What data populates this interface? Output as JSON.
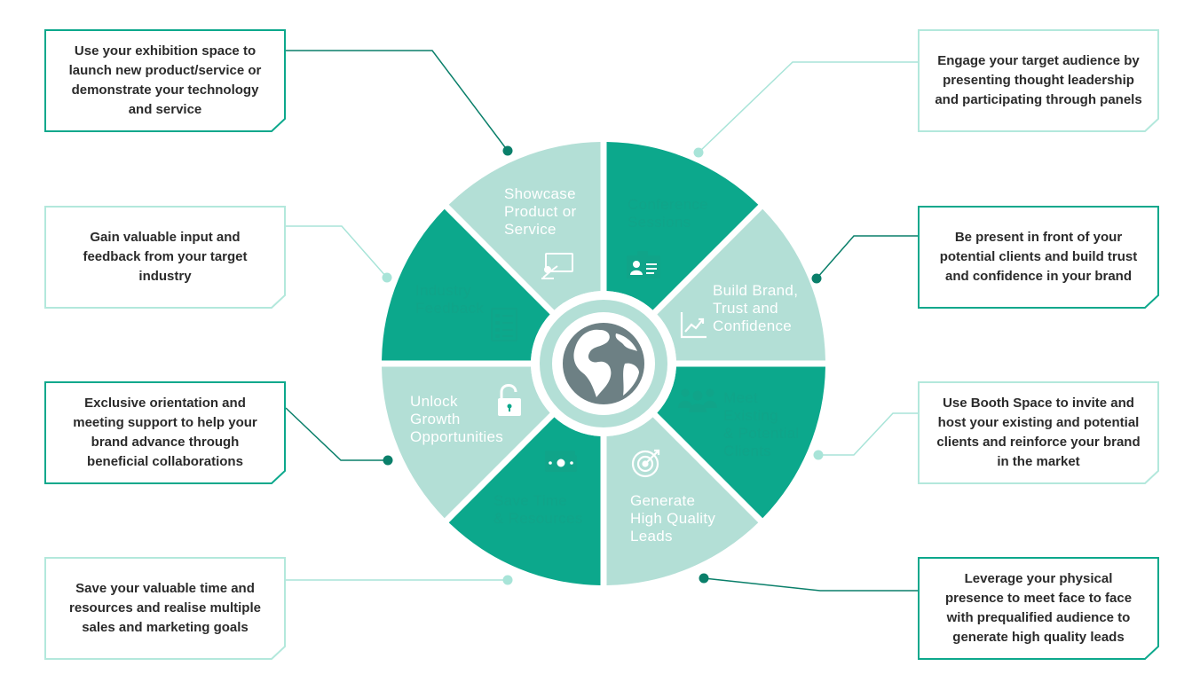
{
  "colors": {
    "dark_teal": "#0ca88c",
    "light_teal": "#b3dfd6",
    "dark_text": "#ffffff",
    "light_text": "#10a489",
    "globe": "#6d8084",
    "callout_text": "#2b2b2b"
  },
  "segments": [
    {
      "id": "showcase",
      "lines": [
        "Showcase",
        "Product or",
        "Service"
      ],
      "icon": "presentation-board-icon",
      "shade": "dark"
    },
    {
      "id": "conference",
      "lines": [
        "Conference",
        "Sessions"
      ],
      "icon": "id-badge-icon",
      "shade": "light"
    },
    {
      "id": "build-brand",
      "lines": [
        "Build Brand,",
        "Trust and",
        "Confidence"
      ],
      "icon": "growth-chart-icon",
      "shade": "dark"
    },
    {
      "id": "meet-clients",
      "lines": [
        "Meet",
        "Existing",
        "& Potential",
        "Clients"
      ],
      "icon": "people-group-icon",
      "shade": "light"
    },
    {
      "id": "generate-leads",
      "lines": [
        "Generate",
        "High Quality",
        "Leads"
      ],
      "icon": "target-icon",
      "shade": "dark"
    },
    {
      "id": "save-time",
      "lines": [
        "Save Time",
        "& Resources"
      ],
      "icon": "money-bill-icon",
      "shade": "light"
    },
    {
      "id": "unlock-growth",
      "lines": [
        "Unlock",
        "Growth",
        "Opportunities"
      ],
      "icon": "unlocked-padlock-icon",
      "shade": "dark"
    },
    {
      "id": "industry-feedback",
      "lines": [
        "Industry",
        "Feedback"
      ],
      "icon": "checklist-icon",
      "shade": "light"
    }
  ],
  "callouts": {
    "showcase": "Use your exhibition space to launch new product/service or demonstrate your technology and service",
    "conference": "Engage your target audience by presenting thought leadership and participating through panels",
    "build_brand": "Be present in front of your potential clients and build trust and confidence in your brand",
    "meet_clients": "Use Booth Space to invite and host your existing and potential clients and reinforce your brand in the market",
    "generate_leads": "Leverage your physical presence to meet face to face with prequalified audience to generate high quality leads",
    "save_time": "Save your valuable time and resources and realise multiple sales and marketing goals",
    "unlock_growth": "Exclusive orientation and meeting support to help your brand advance through beneficial collaborations",
    "industry_feedback": "Gain valuable input and feedback from your target industry"
  },
  "center_icon": "globe-icon"
}
